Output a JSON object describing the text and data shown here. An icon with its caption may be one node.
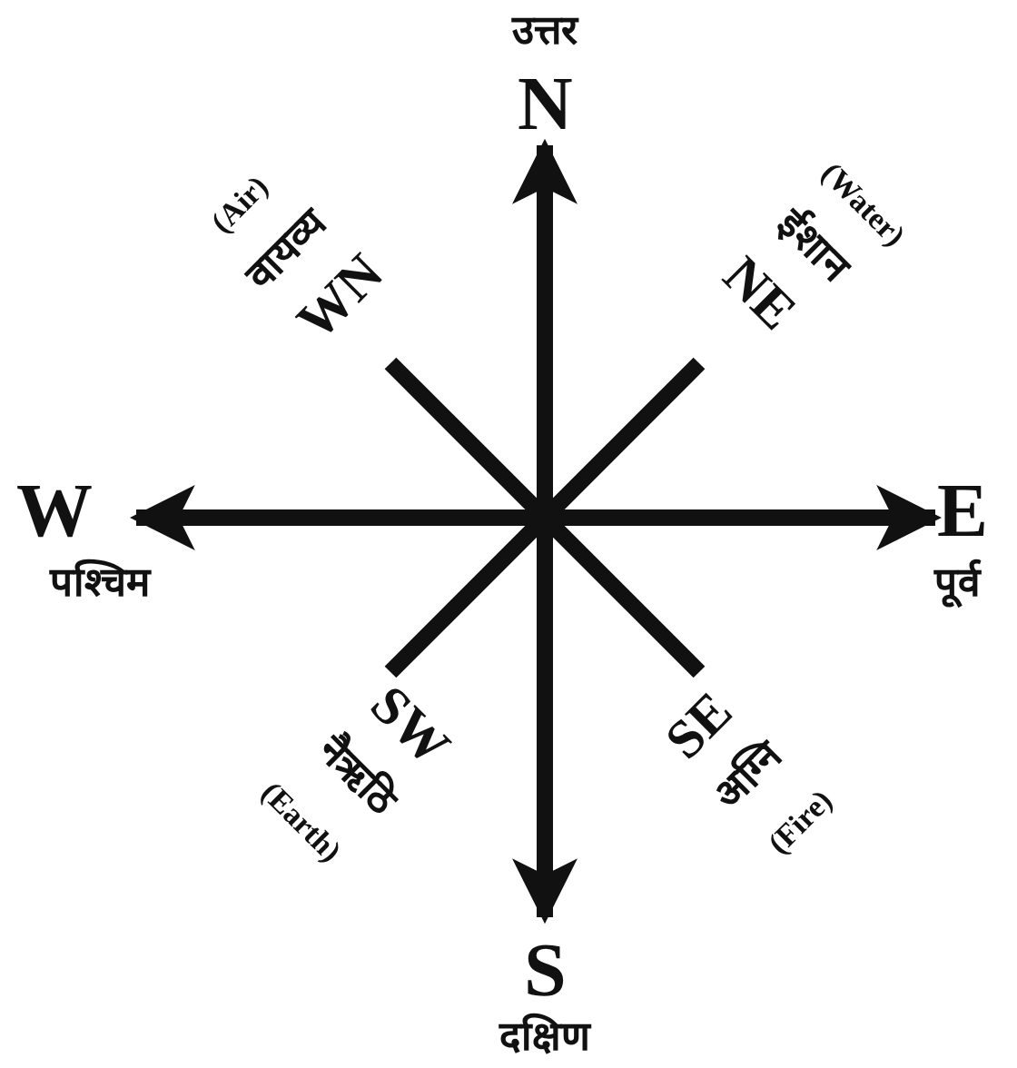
{
  "diagram": {
    "labels": [
      "उत्तर",
      "N",
      "(Air)",
      "वायव्य",
      "WN",
      "(Water)",
      "ईशान",
      "NE",
      "W",
      "पश्चिम",
      "E",
      "पूर्व",
      "SW",
      "नैऋठि",
      "(Earth)",
      "SE",
      "अग्नि",
      "(Fire)",
      "S",
      "दक्षिण"
    ]
  }
}
